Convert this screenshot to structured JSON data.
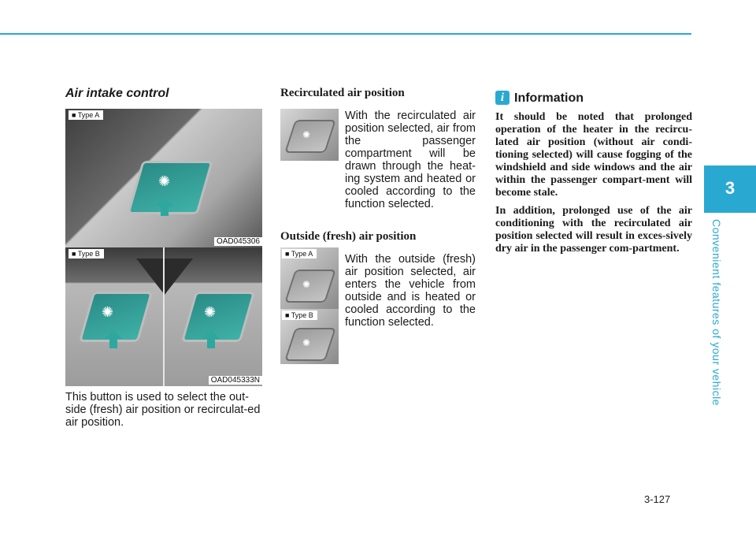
{
  "page": {
    "number": "3-127",
    "chapter": "3",
    "chapter_title": "Convenient features of your vehicle"
  },
  "col1": {
    "heading": "Air intake control",
    "fig_a": {
      "label": "■ Type A",
      "code": "OAD045306"
    },
    "fig_b": {
      "label": "■ Type B",
      "code": "OAD045333N"
    },
    "body": "This button is used to select the out-side (fresh) air position or recirculat-ed air position."
  },
  "col2": {
    "recirc_heading": "Recirculated air position",
    "recirc_text": "With the recirculated air position selected, air from the passenger compartment will be drawn through the heat-ing system and heated or cooled according to the function selected.",
    "outside_heading": "Outside (fresh) air position",
    "outside_text": "With the outside (fresh) air position selected, air enters the vehicle from outside and is heated or cooled according to the function selected.",
    "type_a_label": "■ Type A",
    "type_b_label": "■ Type B"
  },
  "info": {
    "icon": "i",
    "title": "Information",
    "para1": "It should be noted that prolonged operation of the heater in the recircu-lated air position (without air condi-tioning selected) will cause fogging of the windshield and side windows and the air within the passenger compart-ment will become stale.",
    "para2": "In addition, prolonged use of the air conditioning with the recirculated air position selected will result in exces-sively dry air in the passenger com-partment."
  },
  "colors": {
    "accent": "#29a9d2",
    "button_teal": "#2ea89e"
  }
}
